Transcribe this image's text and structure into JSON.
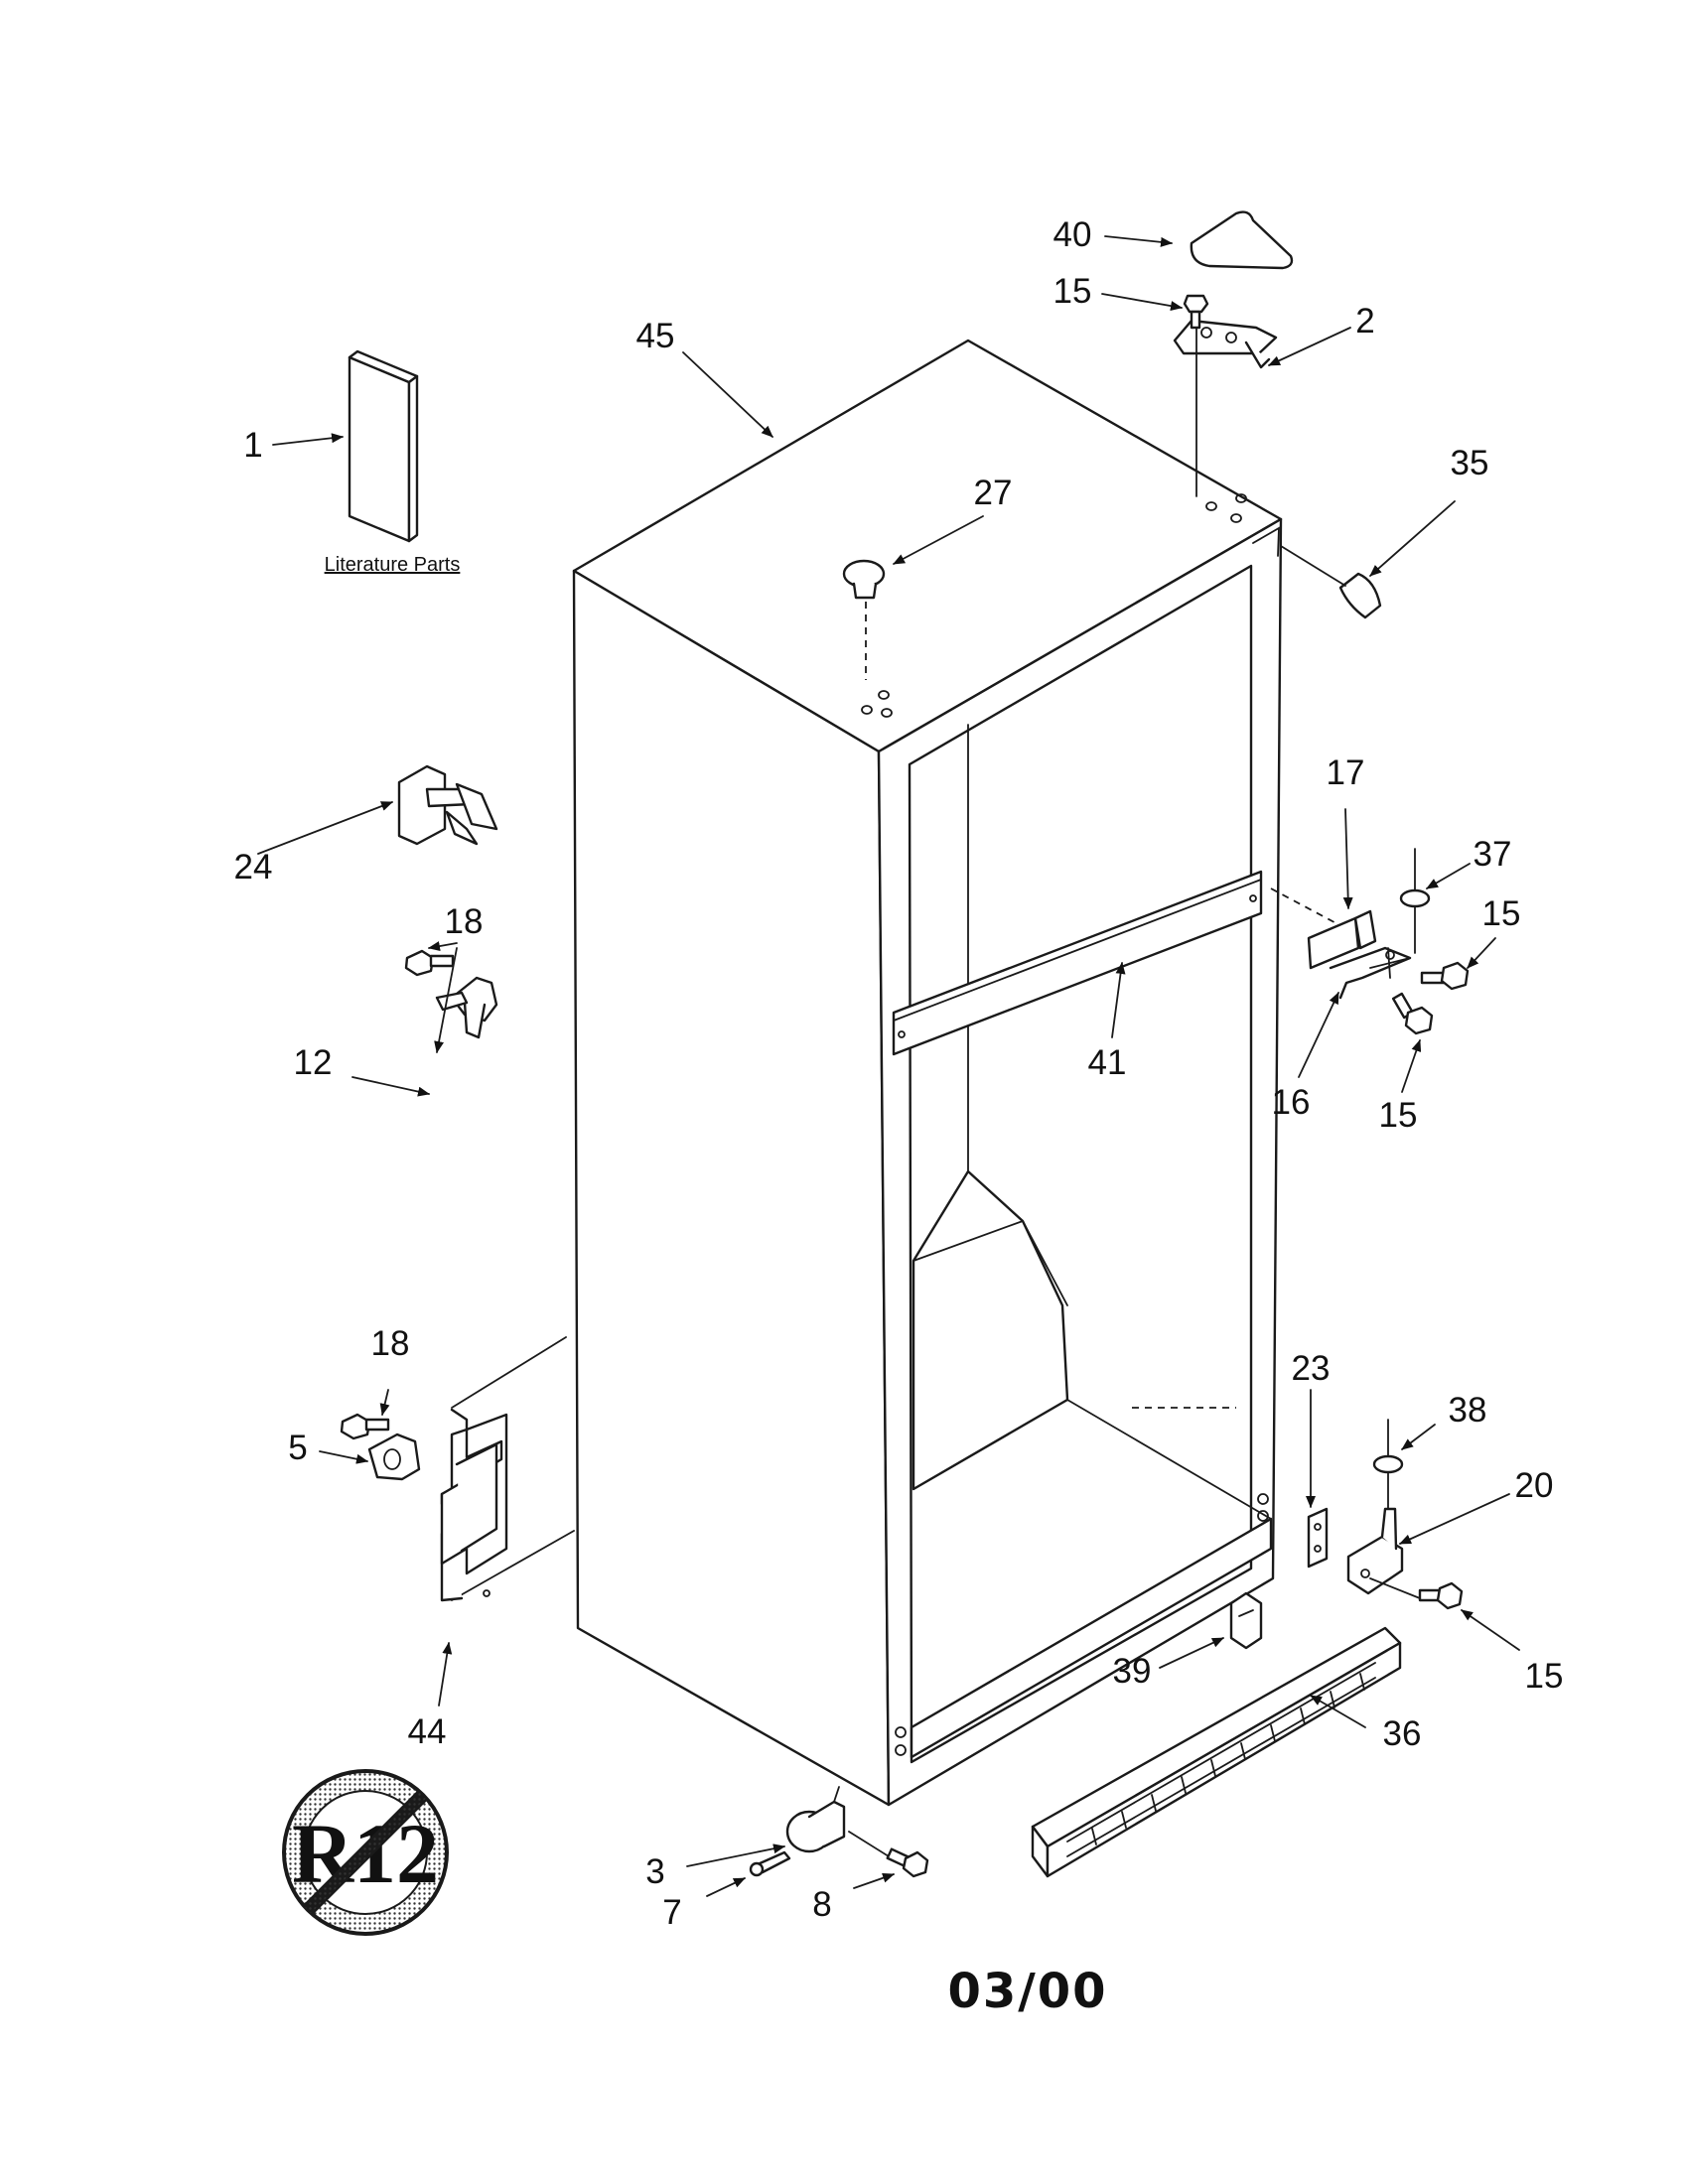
{
  "literature_label": "Literature Parts",
  "date_code": "03/00",
  "badge_text": "R12",
  "callouts": {
    "c1": "1",
    "c2": "2",
    "c3": "3",
    "c5": "5",
    "c7": "7",
    "c8": "8",
    "c12": "12",
    "c15_top": "15",
    "c15_hinge_mid": "15",
    "c15_hinge_mid_lower": "15",
    "c15_hinge_bottom": "15",
    "c16": "16",
    "c17": "17",
    "c18_upper": "18",
    "c18_lower": "18",
    "c20": "20",
    "c23": "23",
    "c24": "24",
    "c27": "27",
    "c35": "35",
    "c36": "36",
    "c37": "37",
    "c38": "38",
    "c39": "39",
    "c40": "40",
    "c41": "41",
    "c44": "44",
    "c45": "45"
  }
}
